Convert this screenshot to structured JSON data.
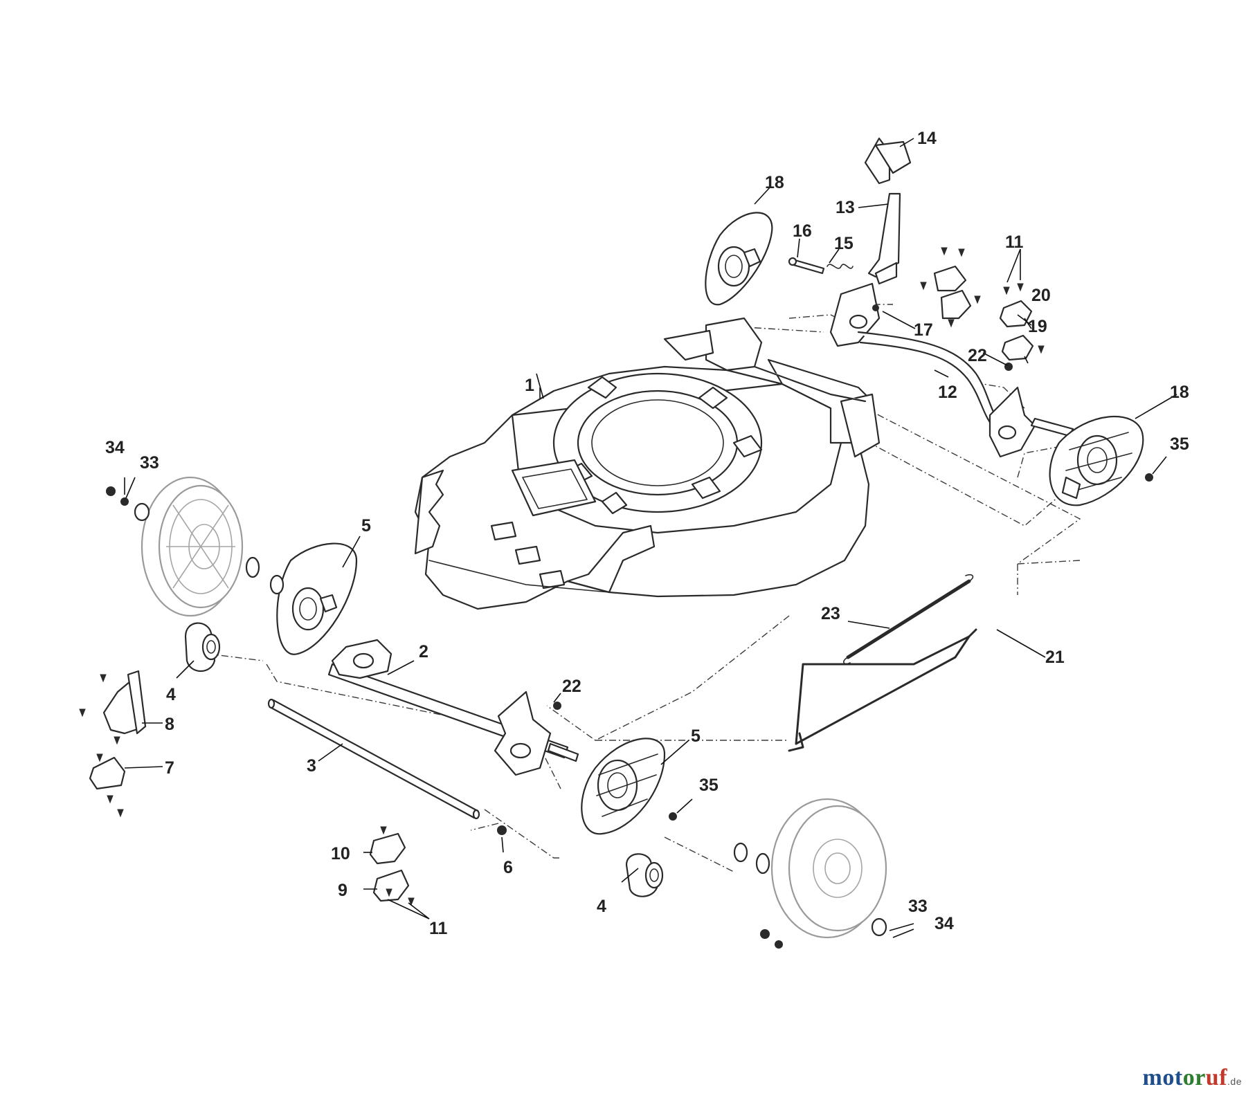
{
  "diagram": {
    "type": "exploded parts diagram",
    "subject": "lawn mower deck, axles, height adjustment and wheels"
  },
  "callouts": [
    {
      "id": "c1",
      "label": "1"
    },
    {
      "id": "c2",
      "label": "2"
    },
    {
      "id": "c3",
      "label": "3"
    },
    {
      "id": "c4a",
      "label": "4"
    },
    {
      "id": "c4b",
      "label": "4"
    },
    {
      "id": "c5a",
      "label": "5"
    },
    {
      "id": "c5b",
      "label": "5"
    },
    {
      "id": "c6",
      "label": "6"
    },
    {
      "id": "c7",
      "label": "7"
    },
    {
      "id": "c8",
      "label": "8"
    },
    {
      "id": "c9",
      "label": "9"
    },
    {
      "id": "c10",
      "label": "10"
    },
    {
      "id": "c11a",
      "label": "11"
    },
    {
      "id": "c11b",
      "label": "11"
    },
    {
      "id": "c12",
      "label": "12"
    },
    {
      "id": "c13",
      "label": "13"
    },
    {
      "id": "c14",
      "label": "14"
    },
    {
      "id": "c15",
      "label": "15"
    },
    {
      "id": "c16",
      "label": "16"
    },
    {
      "id": "c17",
      "label": "17"
    },
    {
      "id": "c18a",
      "label": "18"
    },
    {
      "id": "c18b",
      "label": "18"
    },
    {
      "id": "c19",
      "label": "19"
    },
    {
      "id": "c20",
      "label": "20"
    },
    {
      "id": "c21",
      "label": "21"
    },
    {
      "id": "c22a",
      "label": "22"
    },
    {
      "id": "c22b",
      "label": "22"
    },
    {
      "id": "c23",
      "label": "23"
    },
    {
      "id": "c33a",
      "label": "33"
    },
    {
      "id": "c33b",
      "label": "33"
    },
    {
      "id": "c34a",
      "label": "34"
    },
    {
      "id": "c34b",
      "label": "34"
    },
    {
      "id": "c35a",
      "label": "35"
    },
    {
      "id": "c35b",
      "label": "35"
    }
  ],
  "watermark": {
    "part1": "mot",
    "part2": "or",
    "part3": "uf",
    "part4": ".de"
  }
}
